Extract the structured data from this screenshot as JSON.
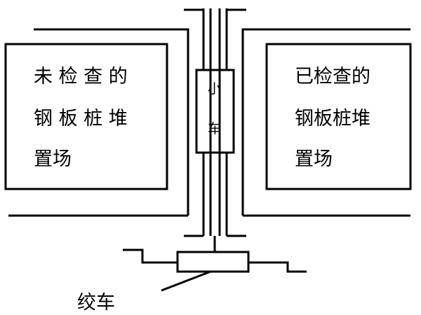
{
  "left_yard": {
    "lines": [
      "未 检 查 的",
      "钢 板 桩 堆",
      "置场"
    ]
  },
  "right_yard": {
    "lines": [
      "已检查的",
      "钢板桩堆",
      "置场"
    ]
  },
  "cart": {
    "lines": [
      "小",
      "车"
    ]
  },
  "winch": {
    "label": "绞车"
  },
  "colors": {
    "stroke": "#000000",
    "background": "#ffffff"
  }
}
